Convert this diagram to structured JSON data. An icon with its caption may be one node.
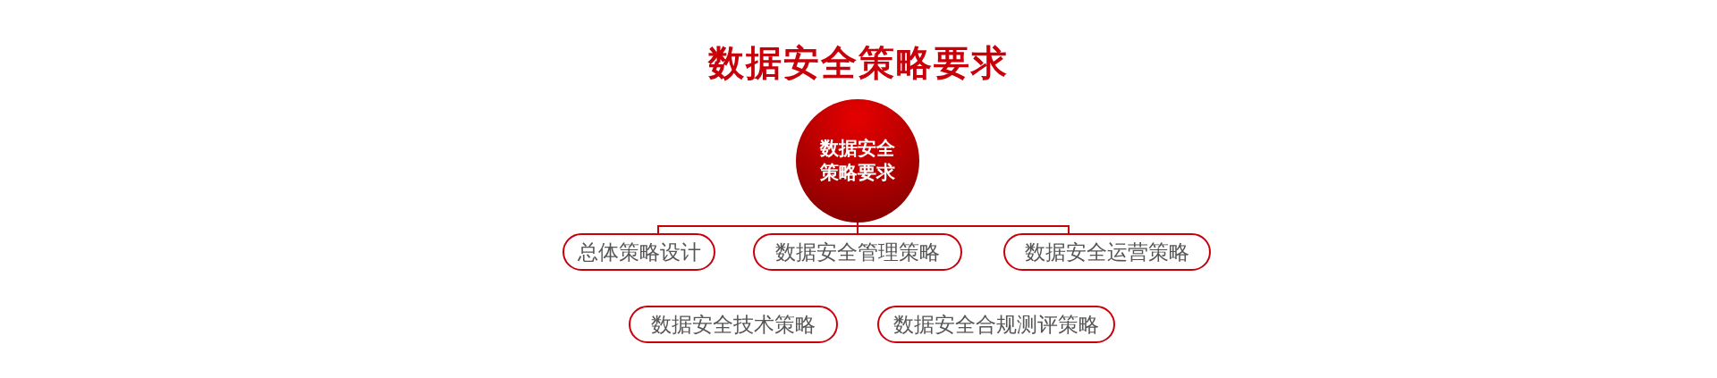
{
  "diagram": {
    "title": "数据安全策略要求",
    "nodes": [
      {
        "text": [
          "数据安全策略要求"
        ]
      },
      {
        "text": [
          "总体策略设计"
        ]
      },
      {
        "text": [
          "数据安全管理策略"
        ]
      },
      {
        "text": [
          "数据安全运营策略"
        ]
      },
      {
        "text": [
          "数据安全技术策略"
        ]
      },
      {
        "text": [
          "数据安全合规测评策略"
        ]
      }
    ],
    "edges": [
      {
        "from": 0,
        "to": 1,
        "arrow": "none"
      },
      {
        "from": 0,
        "to": 2,
        "arrow": "none"
      },
      {
        "from": 0,
        "to": 3,
        "arrow": "none"
      }
    ]
  }
}
